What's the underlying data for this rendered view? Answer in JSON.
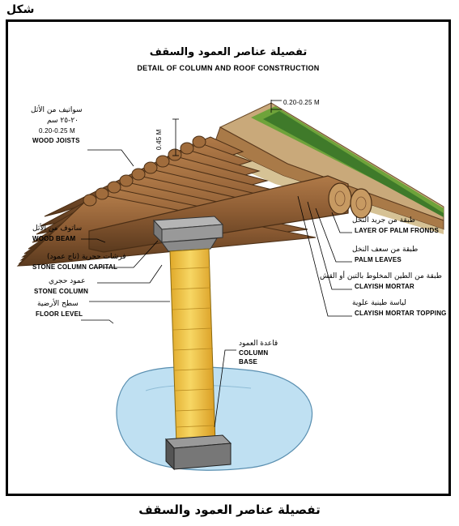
{
  "corner_label": "شكل",
  "caption": "تفصيلة عناصر العمود والسقف",
  "title_ar": "تفصيلة عناصر العمود والسقف",
  "title_en": "DETAIL OF COLUMN AND ROOF CONSTRUCTION",
  "dims": {
    "top": "0.20-0.25 M",
    "side": "0.45 M"
  },
  "labels": {
    "wood_joists": {
      "ar": "سواتيف من الأثل",
      "ar2": "٢٠-٢٥ سم",
      "en1": "0.20-0.25 M",
      "en2": "WOOD JOISTS"
    },
    "wood_beam": {
      "ar": "ساتوف من الأثل",
      "en": "WOOD BEAM"
    },
    "column_capital": {
      "ar": "فرشات حجرية (تاج عمود)",
      "en": "STONE COLUMN CAPITAL"
    },
    "stone_column": {
      "ar": "عمود حجري",
      "en": "STONE COLUMN"
    },
    "floor_level": {
      "ar": "سطح الأرضية",
      "en": "FLOOR LEVEL"
    },
    "column_base": {
      "ar": "قاعدة العمود",
      "en1": "COLUMN",
      "en2": "BASE"
    },
    "palm_fronds": {
      "ar": "طبقة من جريد النخل",
      "en": "LAYER OF PALM FRONDS"
    },
    "palm_leaves": {
      "ar": "طبقة من سعف النخل",
      "en": "PALM LEAVES"
    },
    "clayish_mortar": {
      "ar": "طبقة من الطين المخلوط بالتبن أو القش",
      "en": "CLAYISH MORTAR"
    },
    "mortar_topping": {
      "ar": "لياسة طينية علوية",
      "en": "CLAYISH MORTAR TOPPING"
    }
  },
  "colors": {
    "wood": "#8a5a32",
    "wood_dark": "#5b3a1e",
    "column": "#f2c84b",
    "stone": "#8f8f8f",
    "floor_water": "#bfe0f2",
    "palm_green": "#6ea33a",
    "mortar": "#c9a97a"
  }
}
